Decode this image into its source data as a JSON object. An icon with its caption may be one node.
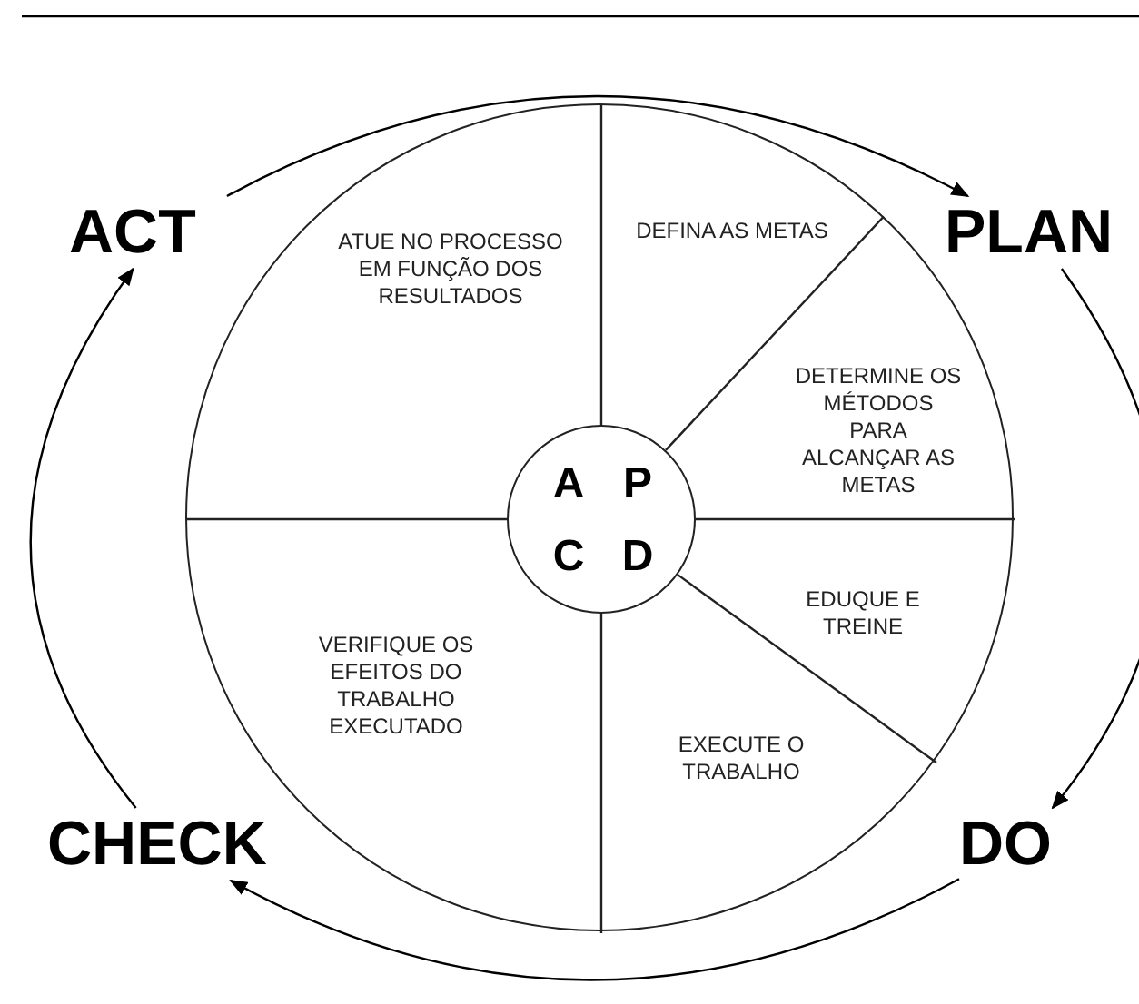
{
  "diagram": {
    "nodes": [
      {
        "text": [
          "ACT"
        ]
      },
      {
        "text": [
          "PLAN"
        ]
      },
      {
        "text": [
          "DO"
        ]
      },
      {
        "text": [
          "CHECK"
        ]
      },
      {
        "text": [],
        "shape": "circle"
      },
      {
        "text": [
          "DEFINA AS METAS"
        ],
        "in": 4
      },
      {
        "text": [
          "DETERMINE OS MÉTODOS PARA ALCANÇAR AS METAS"
        ],
        "in": 4
      },
      {
        "text": [
          "EDUQUE E TREINE"
        ],
        "in": 4
      },
      {
        "text": [
          "EXECUTE O TRABALHO"
        ],
        "in": 4
      },
      {
        "text": [
          "VERIFIQUE OS EFEITOS DO TRABALHO EXECUTADO"
        ],
        "in": 4
      },
      {
        "text": [
          "ATUE NO PROCESSO EM FUNÇÃO DOS RESULTADOS"
        ],
        "in": 4
      },
      {
        "text": [],
        "shape": "circle",
        "in": 4
      },
      {
        "text": [
          "A"
        ],
        "in": 11
      },
      {
        "text": [
          "P"
        ],
        "in": 11
      },
      {
        "text": [
          "C"
        ],
        "in": 11
      },
      {
        "text": [
          "D"
        ],
        "in": 11
      }
    ],
    "edges": [
      {
        "from": 0,
        "to": 1,
        "arrow": "to"
      },
      {
        "from": 1,
        "to": 2,
        "arrow": "to"
      },
      {
        "from": 2,
        "to": 3,
        "arrow": "to"
      },
      {
        "from": 3,
        "to": 0,
        "arrow": "to"
      }
    ]
  }
}
